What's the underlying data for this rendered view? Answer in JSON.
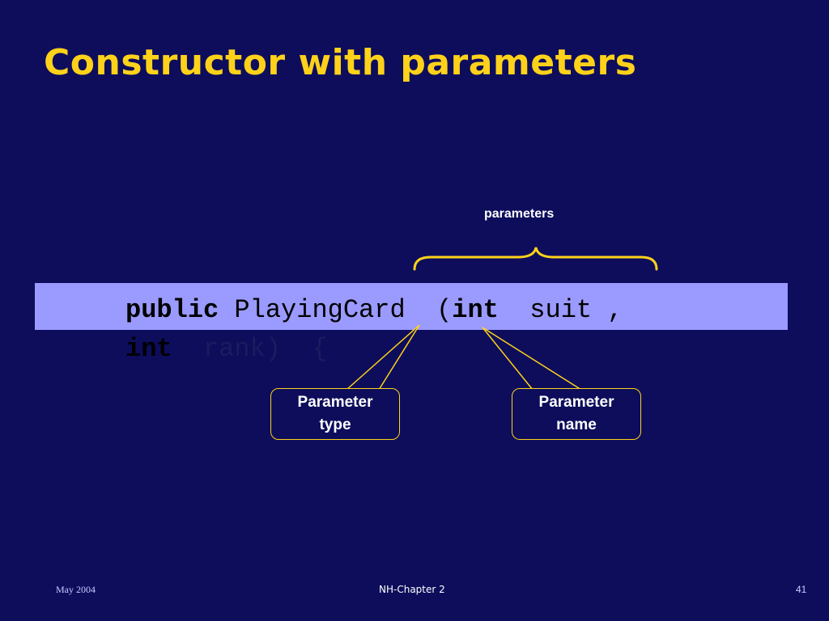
{
  "slide": {
    "title": "Constructor with parameters"
  },
  "annotation": {
    "brace_label": "parameters"
  },
  "code": {
    "kw_public": "public",
    "class_name": "PlayingCard",
    "paren_open": "(",
    "kw_int_1": "int",
    "param_suit": "suit",
    "comma": ",",
    "kw_int_2": "int",
    "param_rank": "rank)",
    "brace_open": "{"
  },
  "callouts": {
    "type_line1": "Parameter",
    "type_line2": "type",
    "name_line1": "Parameter",
    "name_line2": "name"
  },
  "footer": {
    "date": "May 2004",
    "chapter": "NH-Chapter 2",
    "page_number": "41"
  },
  "colors": {
    "background": "#0d0d5c",
    "title": "#ffd21a",
    "code_highlight": "#9a9aff",
    "callout_border": "#ffd21a"
  }
}
